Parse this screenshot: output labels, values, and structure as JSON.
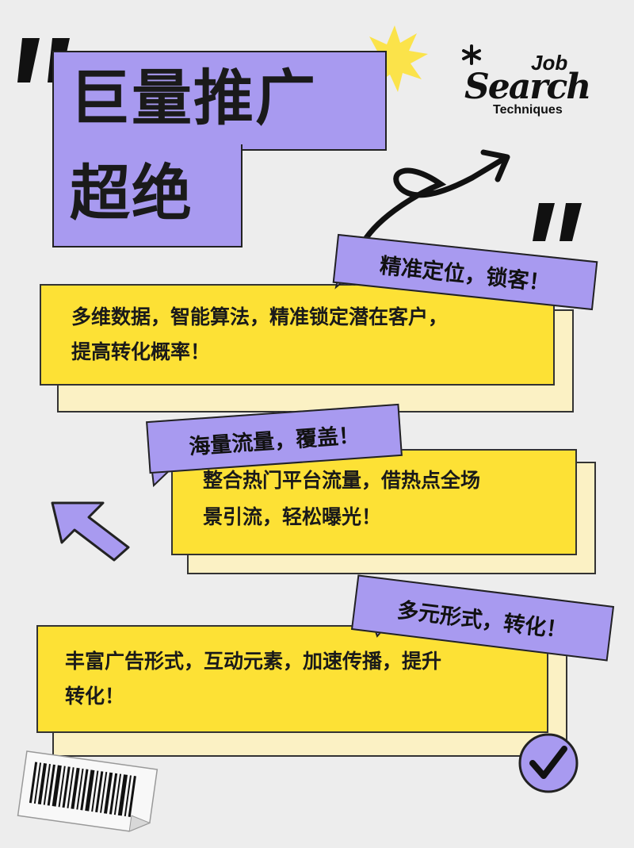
{
  "title": {
    "line1": "巨量推广",
    "line2": "超绝"
  },
  "logo": {
    "word1": "Job",
    "word2": "Search",
    "word3": "Techniques"
  },
  "sections": [
    {
      "tag": "精准定位，锁客！",
      "line1": "多维数据，智能算法，精准锁定潜在客户，",
      "line2": "提高转化概率！"
    },
    {
      "tag": "海量流量，覆盖！",
      "line1": "整合热门平台流量，借热点全场",
      "line2": "景引流，轻松曝光！"
    },
    {
      "tag": "多元形式，转化！",
      "line1": "丰富广告形式，互动元素，加速传播，提升",
      "line2": "转化！"
    }
  ],
  "colors": {
    "background": "#ededed",
    "purple": "#a89af0",
    "yellow": "#fde135",
    "cream": "#fbf1c4",
    "accent_star": "#fbe34a"
  },
  "icons": [
    "quote-open-icon",
    "starburst-icon",
    "swirl-arrow-icon",
    "quote-close-icon",
    "cursor-arrow-icon",
    "checkmark-icon",
    "barcode-icon"
  ]
}
